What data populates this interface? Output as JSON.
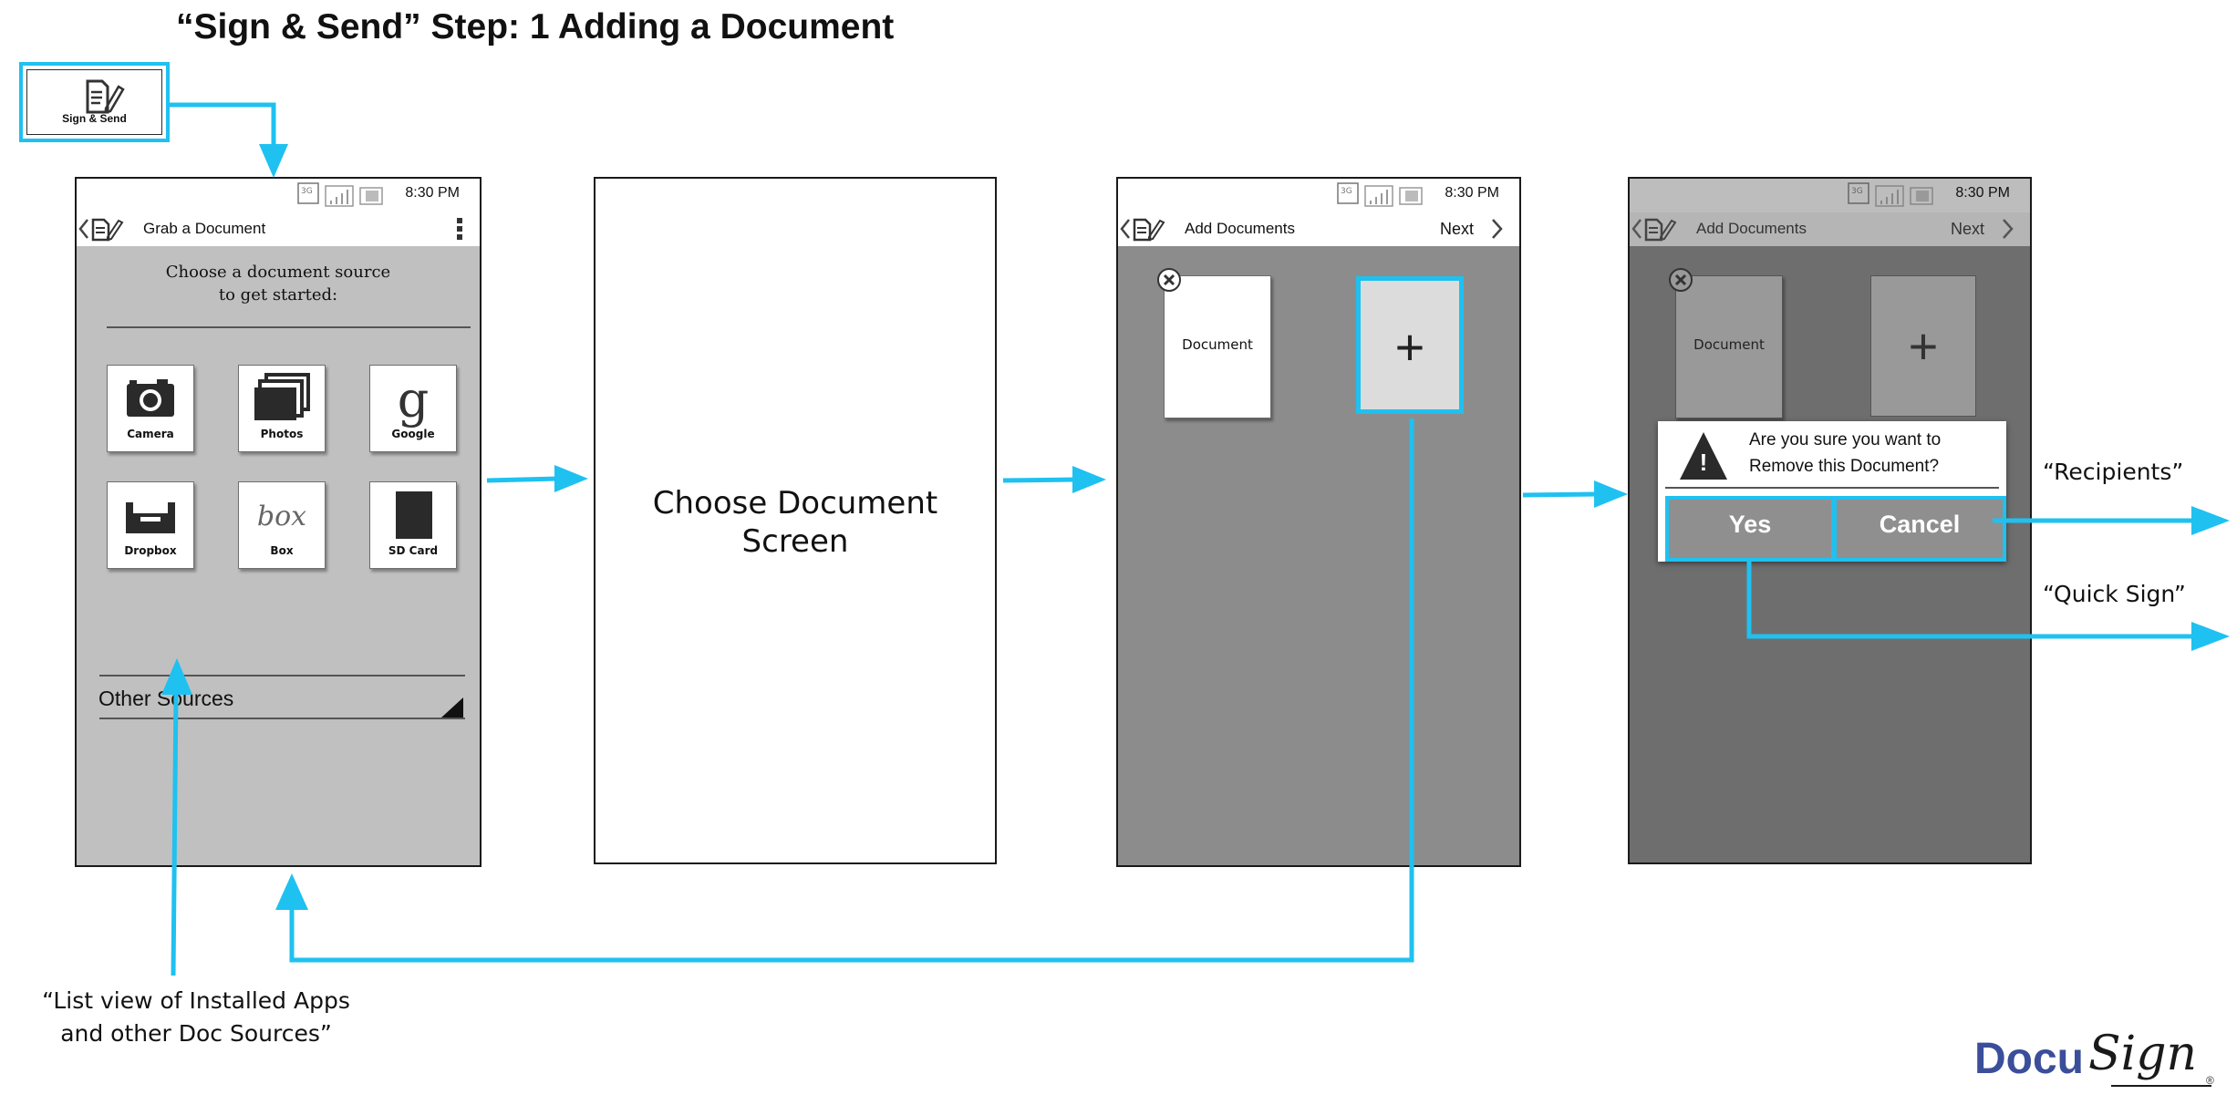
{
  "title": "“Sign & Send” Step: 1 Adding a Document",
  "launcher": {
    "label": "Sign & Send",
    "icon": "document-pen-icon"
  },
  "accent_color": "#1fc1f0",
  "status_time": "8:30 PM",
  "screen1": {
    "header_title": "Grab a Document",
    "prompt_line1": "Choose a document source",
    "prompt_line2": "to get started:",
    "sources": [
      {
        "label": "Camera",
        "icon": "camera-icon"
      },
      {
        "label": "Photos",
        "icon": "photos-icon"
      },
      {
        "label": "Google",
        "icon": "google-icon"
      },
      {
        "label": "Dropbox",
        "icon": "dropbox-icon"
      },
      {
        "label": "Box",
        "icon": "box-icon",
        "logo_text": "box"
      },
      {
        "label": "SD Card",
        "icon": "sd-card-icon"
      }
    ],
    "other_sources": "Other Sources"
  },
  "screen2": {
    "line1": "Choose Document",
    "line2": "Screen"
  },
  "screen3": {
    "header_title": "Add Documents",
    "next_label": "Next",
    "document_label": "Document",
    "add_symbol": "+"
  },
  "screen4": {
    "header_title": "Add Documents",
    "next_label": "Next",
    "document_label": "Document",
    "add_symbol": "+",
    "dialog_line1": "Are you sure you want to",
    "dialog_line2": "Remove this Document?",
    "warning_symbol": "!",
    "yes_label": "Yes",
    "cancel_label": "Cancel"
  },
  "notes": {
    "recipients": "“Recipients”",
    "quick_sign": "“Quick Sign”",
    "list_view_line1": "“List view of Installed Apps",
    "list_view_line2": "and other Doc Sources”"
  },
  "brand": {
    "part1": "Docu",
    "part2": "Sign",
    "registered": "®"
  }
}
